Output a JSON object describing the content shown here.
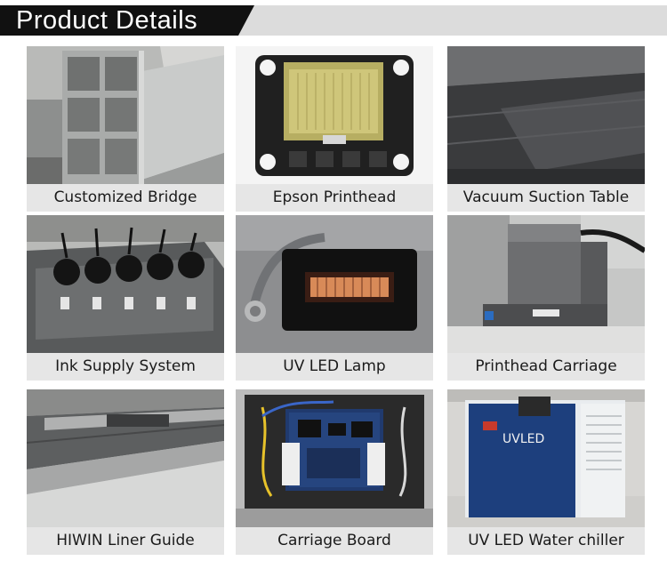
{
  "header": {
    "title": "Product Details"
  },
  "items": [
    {
      "label": "Customized  Bridge",
      "icon": "aluminum-bridge-photo"
    },
    {
      "label": "Epson Printhead",
      "icon": "printhead-photo"
    },
    {
      "label": "Vacuum Suction Table",
      "icon": "vacuum-table-photo"
    },
    {
      "label": "Ink  Supply System",
      "icon": "ink-supply-photo"
    },
    {
      "label": "UV  LED Lamp",
      "icon": "uv-lamp-photo"
    },
    {
      "label": "Printhead Carriage",
      "icon": "carriage-photo"
    },
    {
      "label": "HIWIN Liner Guide",
      "icon": "linear-guide-photo"
    },
    {
      "label": "Carriage Board",
      "icon": "circuit-board-photo"
    },
    {
      "label": "UV LED Water chiller",
      "icon": "water-chiller-photo"
    }
  ],
  "chiller_text": "UVLED",
  "colors": {
    "header_bar": "#111111",
    "header_band": "#dcdcdc",
    "caption_bg": "#e6e6e6",
    "caption_text": "#1a1a1a"
  }
}
